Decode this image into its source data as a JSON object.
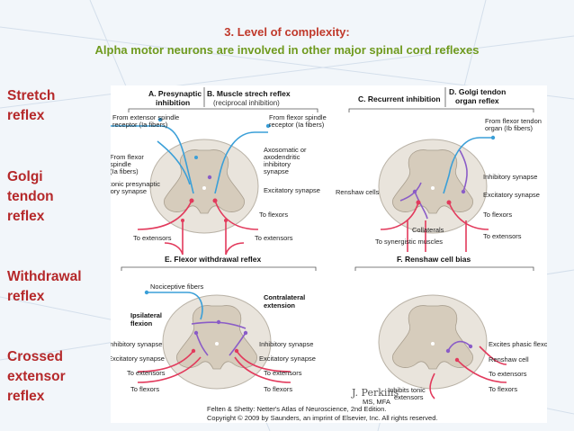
{
  "header": {
    "line1": "3. Level of complexity:",
    "line2": "Alpha motor neurons are involved in other major spinal cord reflexes"
  },
  "sidebar": {
    "items": [
      {
        "l1": "Stretch",
        "l2": "reflex",
        "l3": ""
      },
      {
        "l1": "Golgi",
        "l2": "tendon",
        "l3": "reflex"
      },
      {
        "l1": "Withdrawal",
        "l2": "reflex",
        "l3": ""
      },
      {
        "l1": "Crossed",
        "l2": "extensor",
        "l3": "reflex"
      }
    ]
  },
  "figure": {
    "panelA": {
      "l1": "A. Presynaptic",
      "l2": "inhibition"
    },
    "panelB": {
      "l1": "B. Muscle strech reflex",
      "l2": "(reciprocal inhibition)"
    },
    "panelC": "C. Recurrent inhibition",
    "panelD": {
      "l1": "D. Golgi tendon",
      "l2": "organ reflex"
    },
    "panelE": "E. Flexor withdrawal reflex",
    "panelF": "F. Renshaw cell bias",
    "ab_labels": {
      "from_extensor": {
        "l1": "From extensor spindle",
        "l2": "receptor (Ia fibers)"
      },
      "from_flexor_spindle": {
        "l1": "From flexor",
        "l2": "spindle",
        "l3": "(Ia fibers)"
      },
      "axoaxonic": {
        "l1": "Axoaxonic presynaptic",
        "l2": "inhibitory synapse"
      },
      "from_flexor_receptor": {
        "l1": "From flexor spindle",
        "l2": "receptor (Ia fibers)"
      },
      "axosomatic": {
        "l1": "Axosomatic or",
        "l2": "axodendritic",
        "l3": "inhibitory",
        "l4": "synapse"
      },
      "excitatory": "Excitatory synapse",
      "to_flexors": "To flexors",
      "to_extensors_left": "To extensors",
      "to_extensors_right": "To extensors"
    },
    "cd_labels": {
      "from_tendon": {
        "l1": "From flexor tendon",
        "l2": "organ (Ib fibers)"
      },
      "renshaw": "Renshaw cells",
      "inhibitory": "Inhibitory synapse",
      "excitatory": "Excitatory synapse",
      "collaterals": "Collaterals",
      "synergistic": "To synergistic muscles",
      "to_flexors": "To flexors",
      "to_extensors": "To extensors"
    },
    "e_labels": {
      "nociceptive": "Nociceptive fibers",
      "contralateral": {
        "l1": "Contralateral",
        "l2": "extension"
      },
      "ipsilateral": {
        "l1": "Ipsilateral",
        "l2": "flexion"
      },
      "inhibitory_left": "Inhibitory synapse",
      "excitatory_left": "Excitatory synapse",
      "to_extensors": "To extensors",
      "to_flexors": "To flexors",
      "inhibitory_right": "Inhibitory synapse",
      "excitatory_right": "Excitatory synapse",
      "to_extensors_right": "To extensors",
      "to_flexors_right": "To flexors"
    },
    "f_labels": {
      "excites": "Excites phasic flexors",
      "renshaw": "Renshaw cell",
      "to_extensors": "To extensors",
      "to_flexors": "To flexors",
      "inhibits": {
        "l1": "Inhibits tonic",
        "l2": "extensors"
      }
    },
    "signature": {
      "name": "J. Perkins",
      "cred": "MS, MFA"
    },
    "credit": {
      "line1": "Felten & Shetty: Netter's Atlas of Neuroscience, 2nd Edition.",
      "line2": "Copyright © 2009 by Saunders, an imprint of Elsevier, Inc. All rights reserved."
    }
  },
  "colors": {
    "title_red": "#c0392b",
    "subtitle_green": "#6f9a1e",
    "sidebar_red": "#b5282a",
    "sensory_blue": "#3a9fd8",
    "motor_red": "#e23a5c",
    "interneuron_purple": "#8a5cc7"
  }
}
